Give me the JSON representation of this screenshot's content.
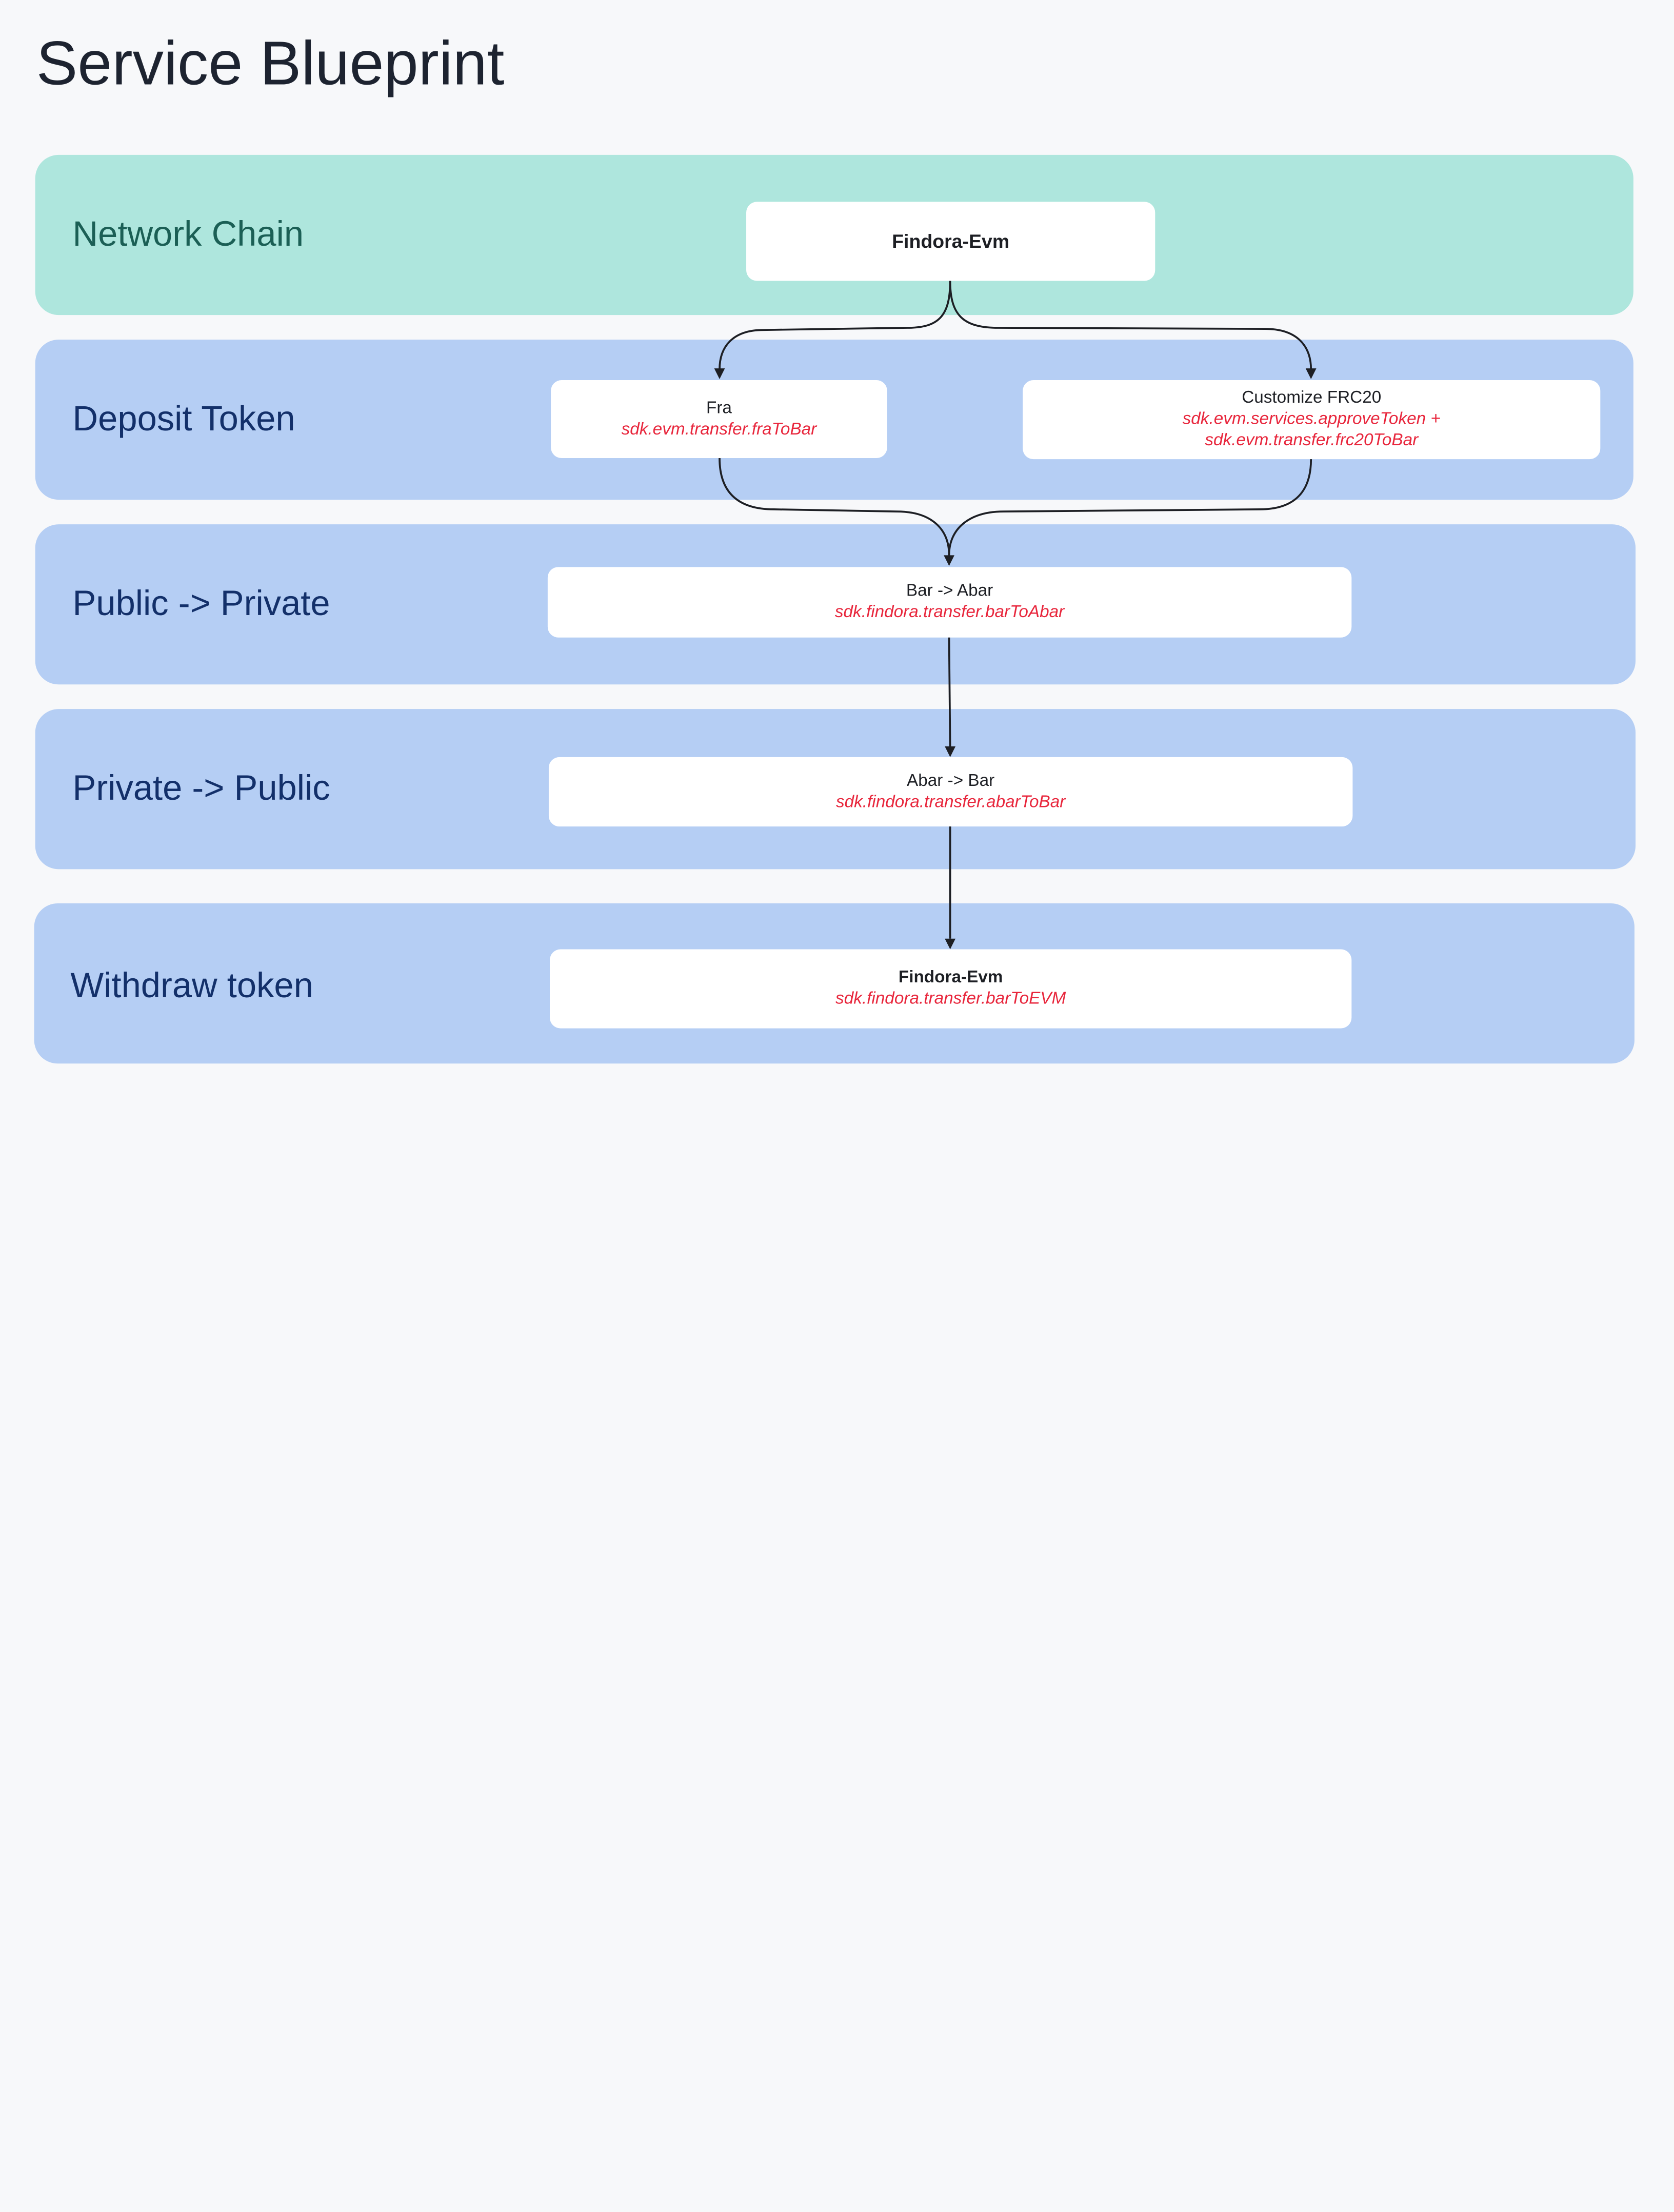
{
  "title": "Service Blueprint",
  "colors": {
    "background": "#f7f8fa",
    "lane_green": "#aee6dd",
    "lane_blue": "#b5cef4",
    "lane_label_green": "#1b5f55",
    "lane_label_blue": "#13306a",
    "node_background": "#ffffff",
    "code_text": "#e8263c",
    "connector": "#1d1f24"
  },
  "lanes": [
    {
      "label": "Network Chain"
    },
    {
      "label": "Deposit Token"
    },
    {
      "label": "Public -> Private"
    },
    {
      "label": "Private -> Public"
    },
    {
      "label": "Withdraw token"
    }
  ],
  "nodes": {
    "findora_evm_top": {
      "title": "Findora-Evm"
    },
    "fra": {
      "title": "Fra",
      "code": "sdk.evm.transfer.fraToBar"
    },
    "customize_frc20": {
      "title": "Customize FRC20",
      "code_line1": "sdk.evm.services.approveToken +",
      "code_line2": "sdk.evm.transfer.frc20ToBar"
    },
    "bar_to_abar": {
      "title": "Bar -> Abar",
      "code": "sdk.findora.transfer.barToAbar"
    },
    "abar_to_bar": {
      "title": "Abar -> Bar",
      "code": "sdk.findora.transfer.abarToBar"
    },
    "findora_evm_bottom": {
      "title": "Findora-Evm",
      "code": "sdk.findora.transfer.barToEVM"
    }
  }
}
